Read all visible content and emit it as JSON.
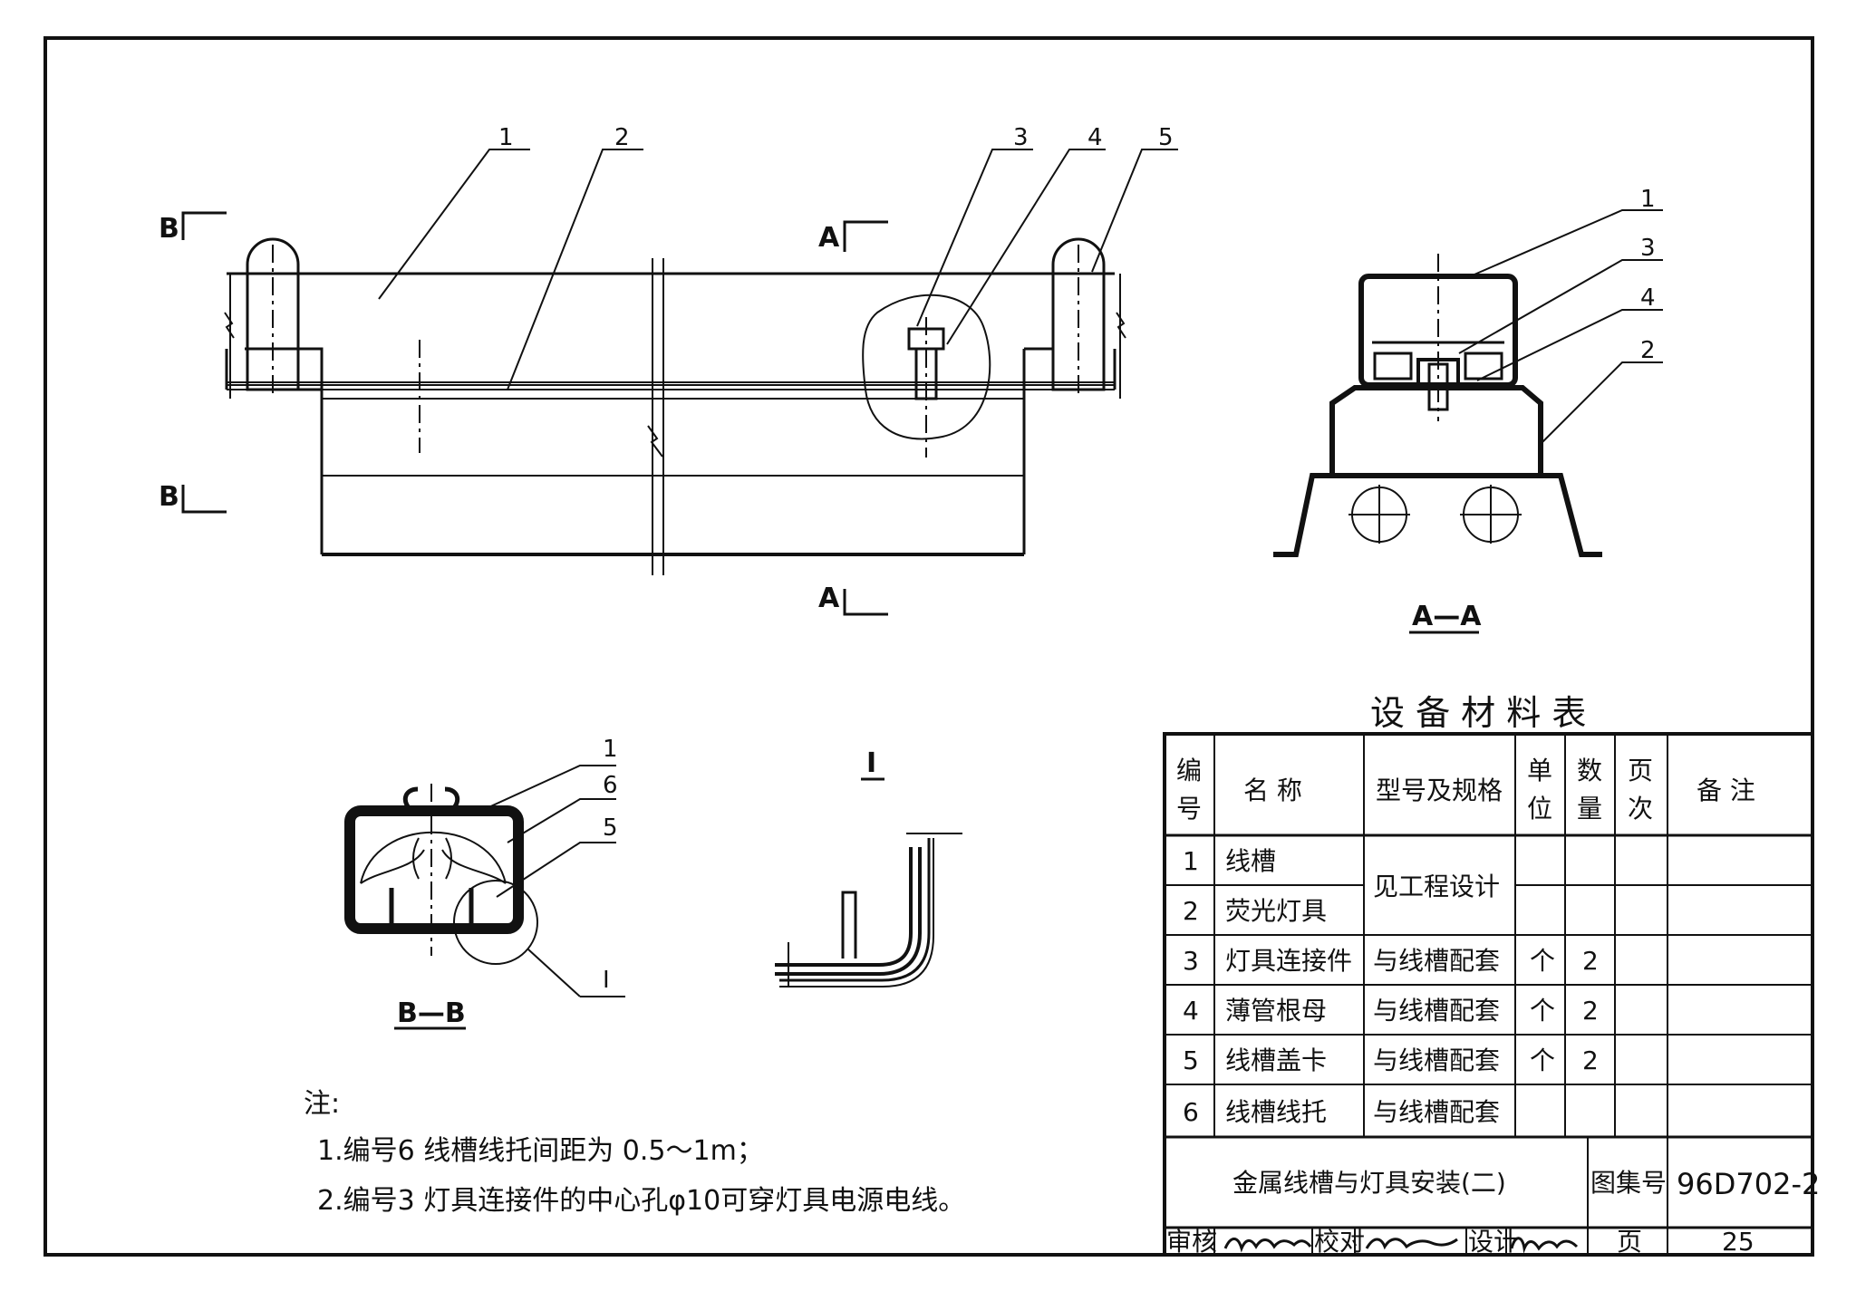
{
  "drawing": {
    "main_view": {
      "callouts": [
        "1",
        "2",
        "3",
        "4",
        "5"
      ],
      "section_mark_b": "B",
      "section_mark_a": "A"
    },
    "section_aa": {
      "callouts": [
        "1",
        "3",
        "4",
        "2"
      ],
      "title": "A—A"
    },
    "section_bb": {
      "callouts": [
        "1",
        "6",
        "5"
      ],
      "detail_ref": "I",
      "title": "B—B"
    },
    "detail_i": {
      "title": "I"
    }
  },
  "table": {
    "title": "设 备 材 料 表",
    "headers": {
      "no": [
        "编",
        "号"
      ],
      "name": "名 称",
      "model": "型号及规格",
      "unit": [
        "单",
        "位"
      ],
      "qty": [
        "数",
        "量"
      ],
      "page": [
        "页",
        "次"
      ],
      "remark": "备 注"
    },
    "rows": [
      {
        "no": "1",
        "name": "线槽",
        "model": "",
        "unit": "",
        "qty": ""
      },
      {
        "no": "2",
        "name": "荧光灯具",
        "model": "",
        "unit": "",
        "qty": ""
      },
      {
        "no": "3",
        "name": "灯具连接件",
        "model": "与线槽配套",
        "unit": "个",
        "qty": "2"
      },
      {
        "no": "4",
        "name": "薄管根母",
        "model": "与线槽配套",
        "unit": "个",
        "qty": "2"
      },
      {
        "no": "5",
        "name": "线槽盖卡",
        "model": "与线槽配套",
        "unit": "个",
        "qty": "2"
      },
      {
        "no": "6",
        "name": "线槽线托",
        "model": "与线槽配套",
        "unit": "",
        "qty": ""
      }
    ],
    "merged_model_rows_1_2": "见工程设计"
  },
  "notes": {
    "heading": "注:",
    "items": [
      "1.编号6 线槽线托间距为 0.5～1m；",
      "2.编号3 灯具连接件的中心孔φ10可穿灯具电源电线。"
    ]
  },
  "title_block": {
    "drawing_title": "金属线槽与灯具安装(二)",
    "atlas_label": "图集号",
    "atlas_no": "96D702-2",
    "review_label": "审核",
    "check_label": "校对",
    "design_label": "设计",
    "page_label": "页",
    "page_no": "25"
  },
  "colors": {
    "ink": "#111111",
    "paper": "#ffffff"
  }
}
